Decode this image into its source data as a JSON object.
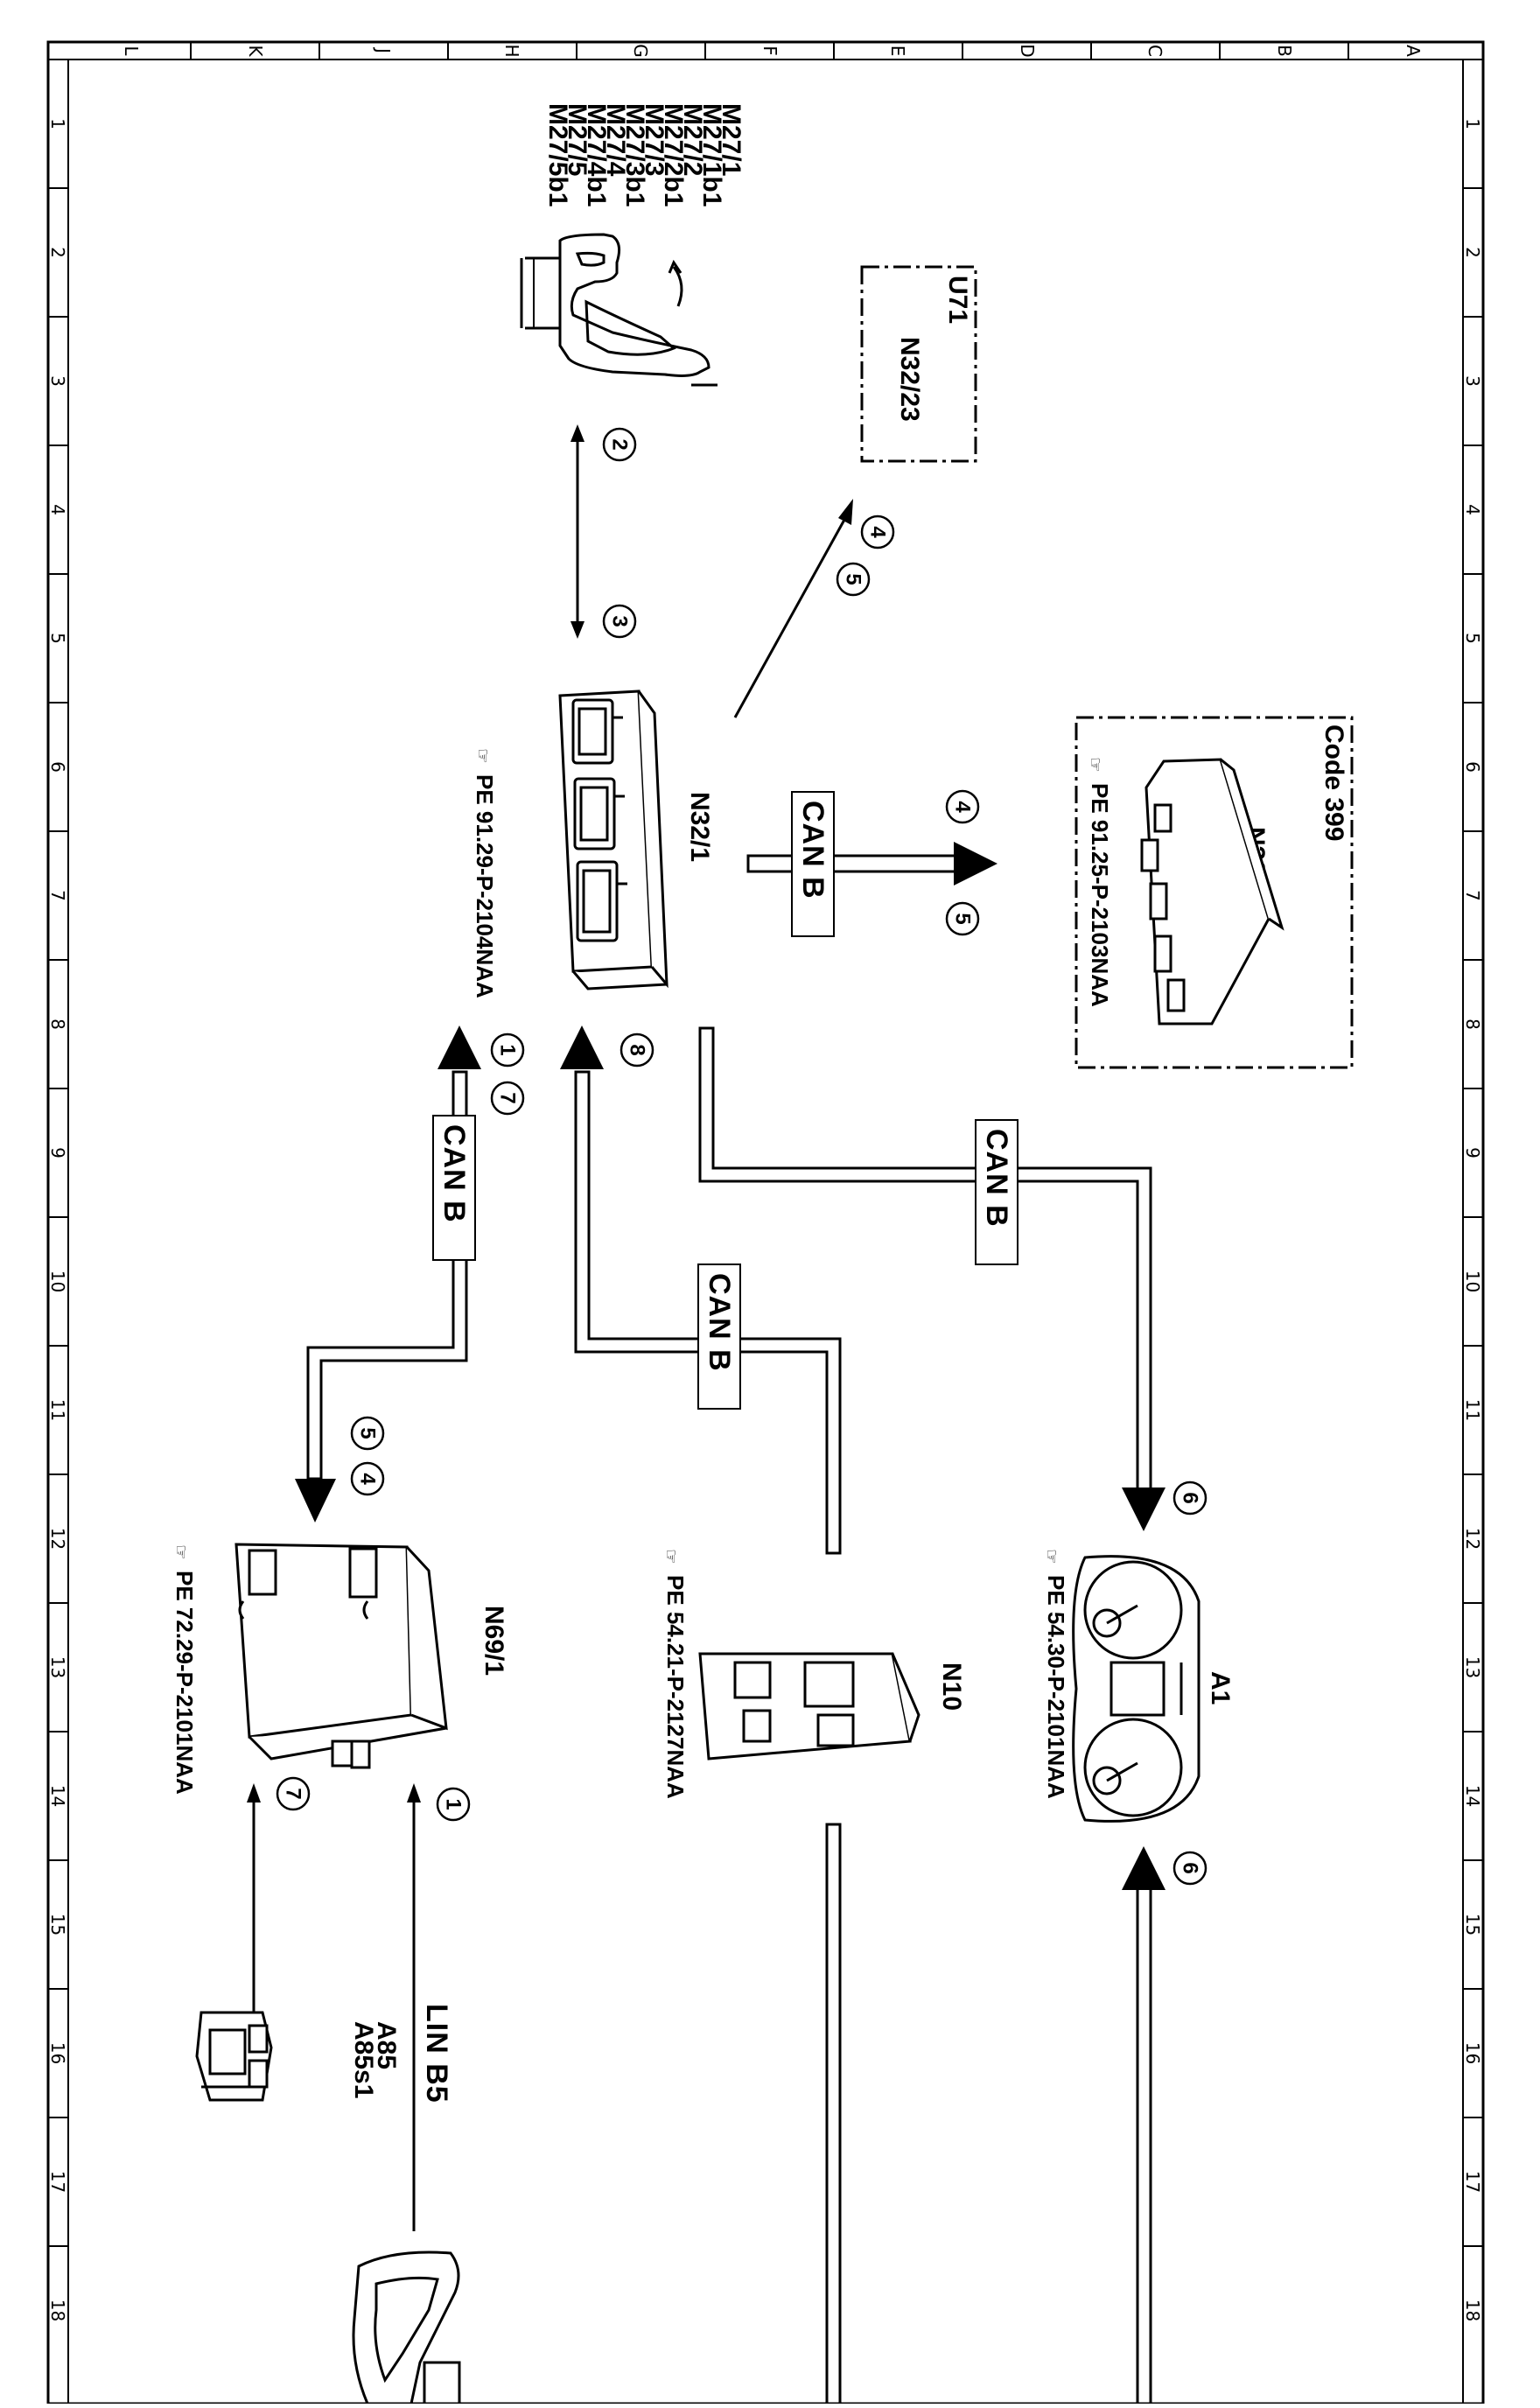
{
  "grid": {
    "letters": [
      "L",
      "K",
      "J",
      "H",
      "G",
      "F",
      "E",
      "D",
      "C",
      "B",
      "A"
    ],
    "numbers": [
      "1",
      "2",
      "3",
      "4",
      "5",
      "6",
      "7",
      "8",
      "9",
      "10",
      "11",
      "12",
      "13",
      "14",
      "15",
      "16",
      "17",
      "18"
    ]
  },
  "components": {
    "m27_list": [
      "M27/1",
      "M27/1b1",
      "M27/2",
      "M27/2b1",
      "M27/3",
      "M27/3b1",
      "M27/4",
      "M27/4b1",
      "M27/5",
      "M27/5b1"
    ],
    "u71": "U71",
    "n32_23": "N32/23",
    "n32_1": "N32/1",
    "n32_1_ref": "PE 91.29-P-2104NAA",
    "code399": "Code 399",
    "n32_29": "N32/29",
    "n32_29_ref": "PE 91.25-P-2103NAA",
    "n69_1": "N69/1",
    "n69_1_ref": "PE 72.29-P-2101NAA",
    "n10": "N10",
    "n10_ref": "PE 54.21-P-2127NAA",
    "a1": "A1",
    "a1_ref": "PE 54.30-P-2101NAA",
    "a85": "A85",
    "a85s1": "A85s1",
    "lin_b5": "LIN B5"
  },
  "bus_labels": {
    "can_b_1": "CAN B",
    "can_b_2": "CAN B",
    "can_b_3": "CAN B",
    "can_b_4": "CAN B"
  },
  "circled_numbers": {
    "c2": "2",
    "c3": "3",
    "c4a": "4",
    "c5a": "5",
    "c4b": "4",
    "c5b": "5",
    "c1a": "1",
    "c7a": "7",
    "c8": "8",
    "c5c": "5",
    "c4c": "4",
    "c6a": "6",
    "c7b": "7",
    "c1b": "1",
    "c6b": "6"
  }
}
